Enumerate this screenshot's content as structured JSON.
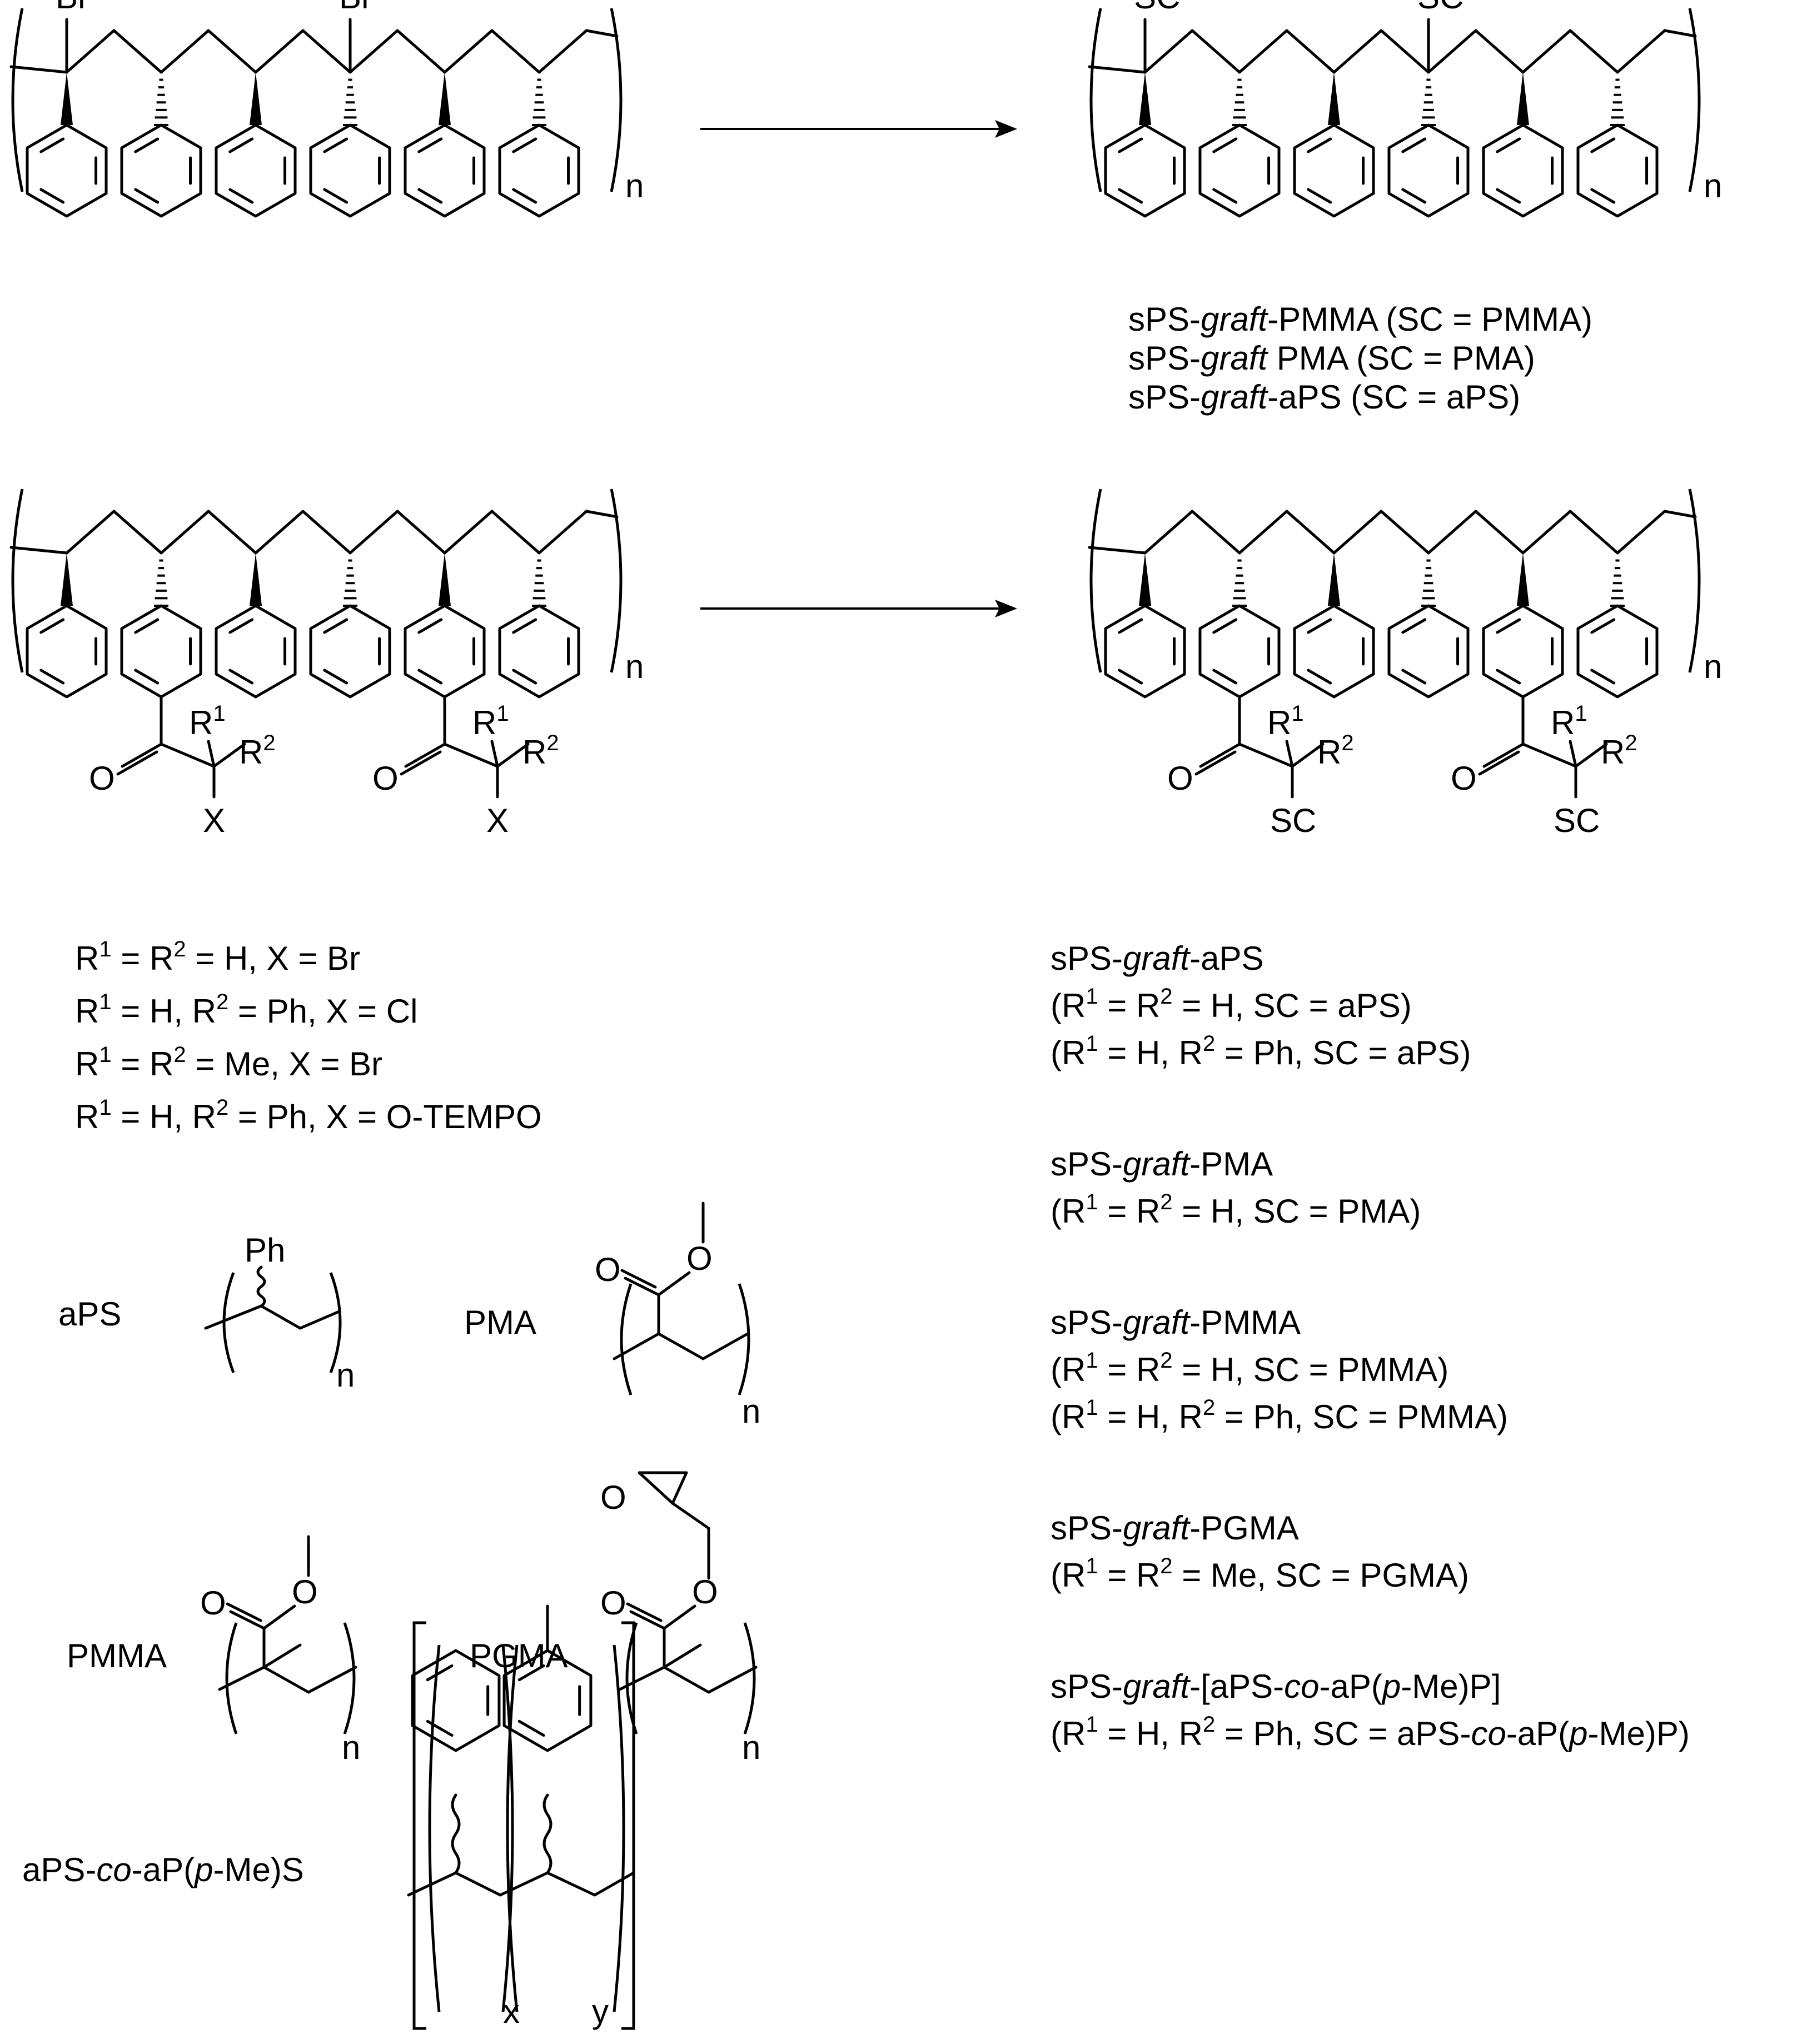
{
  "repeat_subscript": "n",
  "atoms": {
    "br": "Br",
    "sc": "SC",
    "o": "O",
    "x": "X",
    "r": "R",
    "r_sup1": "1",
    "r_sup2": "2",
    "ph": "Ph"
  },
  "top_product_captions": [
    [
      {
        "t": "sPS-"
      },
      {
        "t": "graft",
        "i": true
      },
      {
        "t": "-PMMA (SC = PMMA)"
      }
    ],
    [
      {
        "t": "sPS-"
      },
      {
        "t": "graft",
        "i": true
      },
      {
        "t": " PMA (SC = PMA)"
      }
    ],
    [
      {
        "t": "sPS-"
      },
      {
        "t": "graft",
        "i": true
      },
      {
        "t": "-aPS (SC = aPS)"
      }
    ]
  ],
  "substituent_definitions": [
    [
      {
        "t": "R"
      },
      {
        "t": "1",
        "sup": true
      },
      {
        "t": " = R"
      },
      {
        "t": "2",
        "sup": true
      },
      {
        "t": " = H, X = Br"
      }
    ],
    [
      {
        "t": "R"
      },
      {
        "t": "1",
        "sup": true
      },
      {
        "t": " = H, R"
      },
      {
        "t": "2",
        "sup": true
      },
      {
        "t": " = Ph, X = Cl"
      }
    ],
    [
      {
        "t": "R"
      },
      {
        "t": "1",
        "sup": true
      },
      {
        "t": " = R"
      },
      {
        "t": "2",
        "sup": true
      },
      {
        "t": " = Me, X = Br"
      }
    ],
    [
      {
        "t": "R"
      },
      {
        "t": "1",
        "sup": true
      },
      {
        "t": " = H, R"
      },
      {
        "t": "2",
        "sup": true
      },
      {
        "t": " = Ph, X = O-TEMPO"
      }
    ]
  ],
  "graft_products": [
    {
      "title": [
        {
          "t": "sPS-"
        },
        {
          "t": "graft",
          "i": true
        },
        {
          "t": "-aPS"
        }
      ],
      "conditions": [
        [
          {
            "t": "(R"
          },
          {
            "t": "1",
            "sup": true
          },
          {
            "t": " = R"
          },
          {
            "t": "2",
            "sup": true
          },
          {
            "t": " = H, SC = aPS)"
          }
        ],
        [
          {
            "t": "(R"
          },
          {
            "t": "1",
            "sup": true
          },
          {
            "t": " = H, R"
          },
          {
            "t": "2",
            "sup": true
          },
          {
            "t": " = Ph, SC = aPS)"
          }
        ]
      ]
    },
    {
      "title": [
        {
          "t": "sPS-"
        },
        {
          "t": "graft",
          "i": true
        },
        {
          "t": "-PMA"
        }
      ],
      "conditions": [
        [
          {
            "t": "(R"
          },
          {
            "t": "1",
            "sup": true
          },
          {
            "t": " = R"
          },
          {
            "t": "2",
            "sup": true
          },
          {
            "t": " = H, SC = PMA)"
          }
        ]
      ]
    },
    {
      "title": [
        {
          "t": "sPS-"
        },
        {
          "t": "graft",
          "i": true
        },
        {
          "t": "-PMMA"
        }
      ],
      "conditions": [
        [
          {
            "t": "(R"
          },
          {
            "t": "1",
            "sup": true
          },
          {
            "t": " = R"
          },
          {
            "t": "2",
            "sup": true
          },
          {
            "t": " = H, SC = PMMA)"
          }
        ],
        [
          {
            "t": "(R"
          },
          {
            "t": "1",
            "sup": true
          },
          {
            "t": " = H, R"
          },
          {
            "t": "2",
            "sup": true
          },
          {
            "t": " = Ph, SC = PMMA)"
          }
        ]
      ]
    },
    {
      "title": [
        {
          "t": "sPS-"
        },
        {
          "t": "graft",
          "i": true
        },
        {
          "t": "-PGMA"
        }
      ],
      "conditions": [
        [
          {
            "t": "(R"
          },
          {
            "t": "1",
            "sup": true
          },
          {
            "t": " = R"
          },
          {
            "t": "2",
            "sup": true
          },
          {
            "t": " = Me, SC = PGMA)"
          }
        ]
      ]
    },
    {
      "title": [
        {
          "t": "sPS-"
        },
        {
          "t": "graft",
          "i": true
        },
        {
          "t": "-[aPS-"
        },
        {
          "t": "co",
          "i": true
        },
        {
          "t": "-aP("
        },
        {
          "t": "p",
          "i": true
        },
        {
          "t": "-Me)P]"
        }
      ],
      "conditions": [
        [
          {
            "t": "(R"
          },
          {
            "t": "1",
            "sup": true
          },
          {
            "t": " = H, R"
          },
          {
            "t": "2",
            "sup": true
          },
          {
            "t": " = Ph, SC = aPS-"
          },
          {
            "t": "co",
            "i": true
          },
          {
            "t": "-aP("
          },
          {
            "t": "p",
            "i": true
          },
          {
            "t": "-Me)P)"
          }
        ]
      ]
    }
  ],
  "monomer_labels": {
    "aps": [
      {
        "t": "aPS"
      }
    ],
    "pma": [
      {
        "t": "PMA"
      }
    ],
    "pmma": [
      {
        "t": "PMMA"
      }
    ],
    "pgma": [
      {
        "t": "PGMA"
      }
    ],
    "copolymer": [
      {
        "t": "aPS-"
      },
      {
        "t": "co",
        "i": true
      },
      {
        "t": "-aP("
      },
      {
        "t": "p",
        "i": true
      },
      {
        "t": "-Me)S"
      }
    ]
  },
  "copolymer_subscripts": {
    "x": "x",
    "y": "y"
  }
}
